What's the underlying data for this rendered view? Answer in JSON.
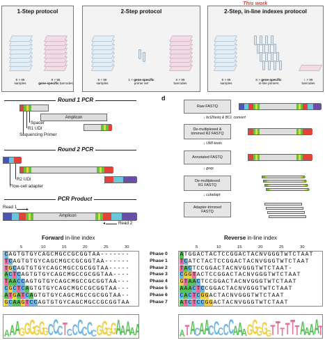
{
  "top": {
    "panels": [
      {
        "title": "1-Step protocol",
        "items": [
          {
            "count": "8 × 96",
            "line2": "samples",
            "bold": ""
          },
          {
            "count": "8 × 96",
            "line2": "barcodes",
            "bold": "gene-specific"
          }
        ]
      },
      {
        "title": "2-Step protocol",
        "items": [
          {
            "count": "8 × 96",
            "line2": "samples"
          },
          {
            "count": "1 × ",
            "bold": "gene-specific",
            "line2": "primer set"
          },
          {
            "count": "8 × 96",
            "line2": "barcodes"
          }
        ]
      },
      {
        "title": "2-Step, in-line indexes protocol",
        "badge": "This work",
        "items": [
          {
            "count": "8 × 96",
            "line2": "samples"
          },
          {
            "count": "8 × ",
            "bold": "gene-specific",
            "line2": "in-line primers"
          },
          {
            "count": "1",
            "line2": "× 96",
            "line3": "barcodes"
          }
        ]
      }
    ]
  },
  "left_diagram": {
    "round1": "Round 1 PCR",
    "amplicon": "Amplicon",
    "spacer": "Spacer",
    "r1udi": "R1 UDI",
    "seqprimer": "Sequencing Primer",
    "round2": "Round 2 PCR",
    "r2udi": "R2 UDI",
    "flowcell": "Flow-cell adapter",
    "product": "PCR Product",
    "read1": "Read 1",
    "read2": "Read 2"
  },
  "right_diagram": {
    "panel_letter": "d",
    "steps": [
      {
        "label": "Raw FASTQ"
      },
      {
        "label": "De-multiplexed &\ntrimmed R2 FASTQ"
      },
      {
        "label": "Annotated FASTQ"
      },
      {
        "label": "De-multiplexed\nR1 FASTQ"
      },
      {
        "label": "Adapter-trimmed\nFASTQ"
      }
    ],
    "tools": [
      "bcl2fastq & BCL convert",
      "UMI-tools",
      "grep",
      "cutadapt"
    ]
  },
  "bottom": {
    "forward_title_bold": "Forward",
    "forward_title_rest": " in-line index",
    "reverse_title_bold": "Reverse",
    "reverse_title_rest": " in-line index",
    "ticks": [
      "5",
      "10",
      "15",
      "20",
      "25",
      "30"
    ],
    "phases": [
      "Phase 0",
      "Phase 1",
      "Phase 2",
      "Phase 3",
      "Phase 4",
      "Phase 5",
      "Phase 6",
      "Phase 7"
    ],
    "forward_rows": [
      "CAGTGTGYCAGCMGCCGCGGTAA-------",
      "TCAGTGTGYCAGCMGCCGCGGTAA------",
      "TGCAGTGTGYCAGCMGCCGCGGTAA-----",
      "ACTCAGTGTGYCAGCMGCCGCGGTAA----",
      "TAACCAGTGTGYCAGCMGCCGCGGTAA---",
      "CGCTCAGTGTGYCAGCMGCCGCGGTAA---",
      "ATGATCAGTGTGYCAGCMGCCGCGGTAA--",
      "GCAAGTCCAGTGTGYCAGCMGCCGCGGTAA"
    ],
    "reverse_rows": [
      "ATGGACTACTCCGGACTACNVGGGTWTCTAAT",
      "TCATCTACTCCGGACTACNVGGGTWTCTAAT",
      "TACTCCGGACTACNVGGGTWTCTAAT-",
      "CGGTACTCCGGACTACNVGGGTWTCTAAT",
      "GTAACTCCGGACTACNVGGGTWTCTAAT",
      "AAACTCCGGACTACNVGGGTWTCTAAT",
      "CACTCGGACTACNVGGGTWTCTAAT",
      "ATCTCCGGACTACNVGGGTWTCTAAT"
    ],
    "forward_logo": "AAAGGGGGGCCCTCCCCCCGGGGAAAAA",
    "reverse_logo": "ATACAACCCCCAAAGGGGGTTTTTTAAAAT"
  },
  "colors": {
    "A": "#59c259",
    "C": "#6fb6e3",
    "G": "#f2d046",
    "T": "#e86f9e",
    "orange": "#e05a1a",
    "red": "#e4433a",
    "green": "#6cbf3a",
    "yellow": "#e6d93b",
    "blue": "#4a55b5",
    "cyan": "#69c7d9",
    "purple": "#6a4fa8"
  }
}
